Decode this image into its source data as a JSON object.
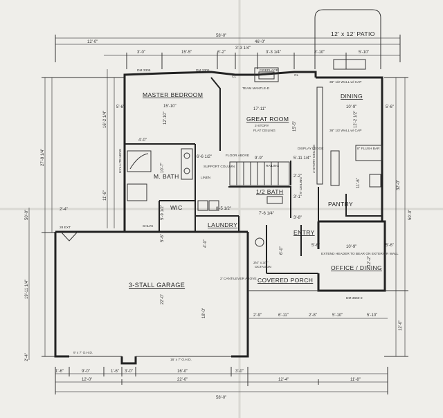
{
  "rooms": {
    "patio": "12' x 12' PATIO",
    "master_bedroom": "MASTER BEDROOM",
    "master_bedroom_size": "15'-10\"",
    "great_room": "GREAT ROOM",
    "great_room_size": "17'-11\"",
    "great_room_ceiling_1": "2-STORY",
    "great_room_ceiling_2": "FLAT CEILING",
    "dining": "DINING",
    "dining_size": "10'-9\"",
    "m_bath": "M. BATH",
    "wic": "WIC",
    "half_bath": "1/2 BATH",
    "laundry": "LAUNDRY",
    "entry": "ENTRY",
    "pantry": "PANTRY",
    "office_dining": "OFFICE / DINING",
    "office_size": "10'-9\"",
    "garage": "3-STALL GARAGE",
    "garage_depth": "22'-0\"",
    "garage_depth_2": "18'-0\"",
    "covered_porch": "COVERED PORCH"
  },
  "notes": {
    "fireplace": "FIREPLACE",
    "team_mantle": "TEAM MANTLE-D",
    "closet_a": "CL",
    "closet_b": "CL",
    "dm_3305_a": "DM 3305",
    "dm_3305_b": "DM 3305",
    "dm_3660": "DM 3660-2",
    "floor_above": "FLOOR ABOVE",
    "support_column": "SUPPORT COLUMN",
    "railing": "RAILING",
    "display_ledge": "DISPLAY LEDGE",
    "two_story_ceiling": "2-STORY CEILING",
    "nine_ceiling": "9' CEILING",
    "octagon": "OCTAGON",
    "octagon_size": "3/4\" x 3/4\"",
    "cantilever": "2' CANTILEVER ABOVE",
    "header_note": "EXTEND HEADER TO BEAR ON EXTERIOR WALL",
    "garage_door_left": "9' x 7' O.H.D.",
    "garage_door_right": "16' x 7' O.H.D.",
    "shlvs": "SHLVS",
    "linen": "LINEN",
    "hyl_lens": "HYL-LITE LENS",
    "half_wall_1": "36\" 1/2 WALL w/ CAP",
    "half_wall_2": "36\" 1/2 WALL w/ CAP",
    "flush_bar": "8\" FLUSH BAR",
    "panel_note": "28 EXT"
  },
  "dims": {
    "overall_top": "58'-0\"",
    "top_right_span": "46'-0\"",
    "top_left": "12'-0\"",
    "t1": "3'-0\"",
    "t2": "15'-5\"",
    "t3": "6'-2\"",
    "t4": "3'-3 1/4\"",
    "t5": "3'-3 1/4\"",
    "t6": "8'-10\"",
    "t7": "5'-10\"",
    "left_total": "27'-8 1/4\"",
    "left_total_2": "50'-0\"",
    "left_2": "16'-2 1/4\"",
    "left_3": "11'-6\"",
    "left_4": "19'-11 1/4\"",
    "left_5": "2'-4\"",
    "left_top": "2'-4\"",
    "right_total": "32'-0\"",
    "right_total_2": "50'-0\"",
    "right_bottom": "12'-0\"",
    "right_mid": "5'-6\"",
    "b1": "1'-6\"",
    "b2": "9'-0\"",
    "b3": "1'-6\"",
    "b4": "3'-0\"",
    "b5": "16'-0\"",
    "b6": "3'-0\"",
    "b7": "12'-0\"",
    "b8": "22'-0\"",
    "b9": "12'-4\"",
    "b10": "11'-8\"",
    "overall_bottom": "58'-0\"",
    "porch_1": "2'-9\"",
    "porch_2": "6'-11\"",
    "porch_3": "2'-8\"",
    "porch_4": "5'-10\"",
    "porch_5": "5'-10\"",
    "mbed_v": "12'-10\"",
    "great_v": "15'-5\"",
    "dining_v": "12'-2 1/2\"",
    "kitchen_v": "11'-6\"",
    "bath_w": "6'-6 1/2\"",
    "bath_v": "10'-7\"",
    "mbath_1": "4'-0\"",
    "halfbath_w": "7'-6 1/4\"",
    "laundry_w": "8'-5 1/2\"",
    "wic_1": "5'-9 1/2\"",
    "stair_1": "9'-9\"",
    "stair_2": "5'-11 1/4\"",
    "office_v": "12'-2\"",
    "entry_v1": "6'-0\"",
    "entry_v2": "5'-6\"",
    "garage_side": "4'-0\"",
    "garage_small": "5'-6\"",
    "mbed_side": "5'-6\"",
    "dining_side": "5'-6\"",
    "mid_1": "2'-2\"",
    "mid_2": "3'-1\"",
    "mid_3": "3'-8\""
  }
}
